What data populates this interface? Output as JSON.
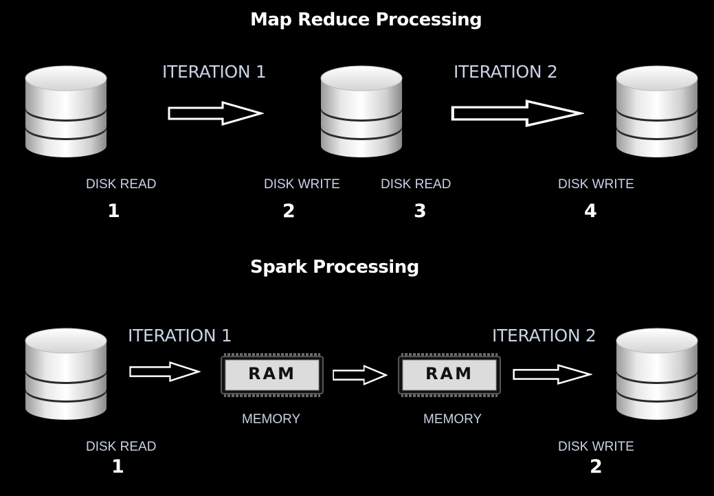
{
  "mapreduce": {
    "title": "Map Reduce Processing",
    "iteration1": "ITERATION 1",
    "iteration2": "ITERATION 2",
    "steps": [
      {
        "label": "DISK READ",
        "number": "1"
      },
      {
        "label": "DISK WRITE",
        "number": "2"
      },
      {
        "label": "DISK READ",
        "number": "3"
      },
      {
        "label": "DISK WRITE",
        "number": "4"
      }
    ]
  },
  "spark": {
    "title": "Spark Processing",
    "iteration1": "ITERATION 1",
    "iteration2": "ITERATION 2",
    "ram_label": "RAM",
    "memory_label": "MEMORY",
    "steps": [
      {
        "label": "DISK READ",
        "number": "1"
      },
      {
        "label": "DISK WRITE",
        "number": "2"
      }
    ]
  }
}
